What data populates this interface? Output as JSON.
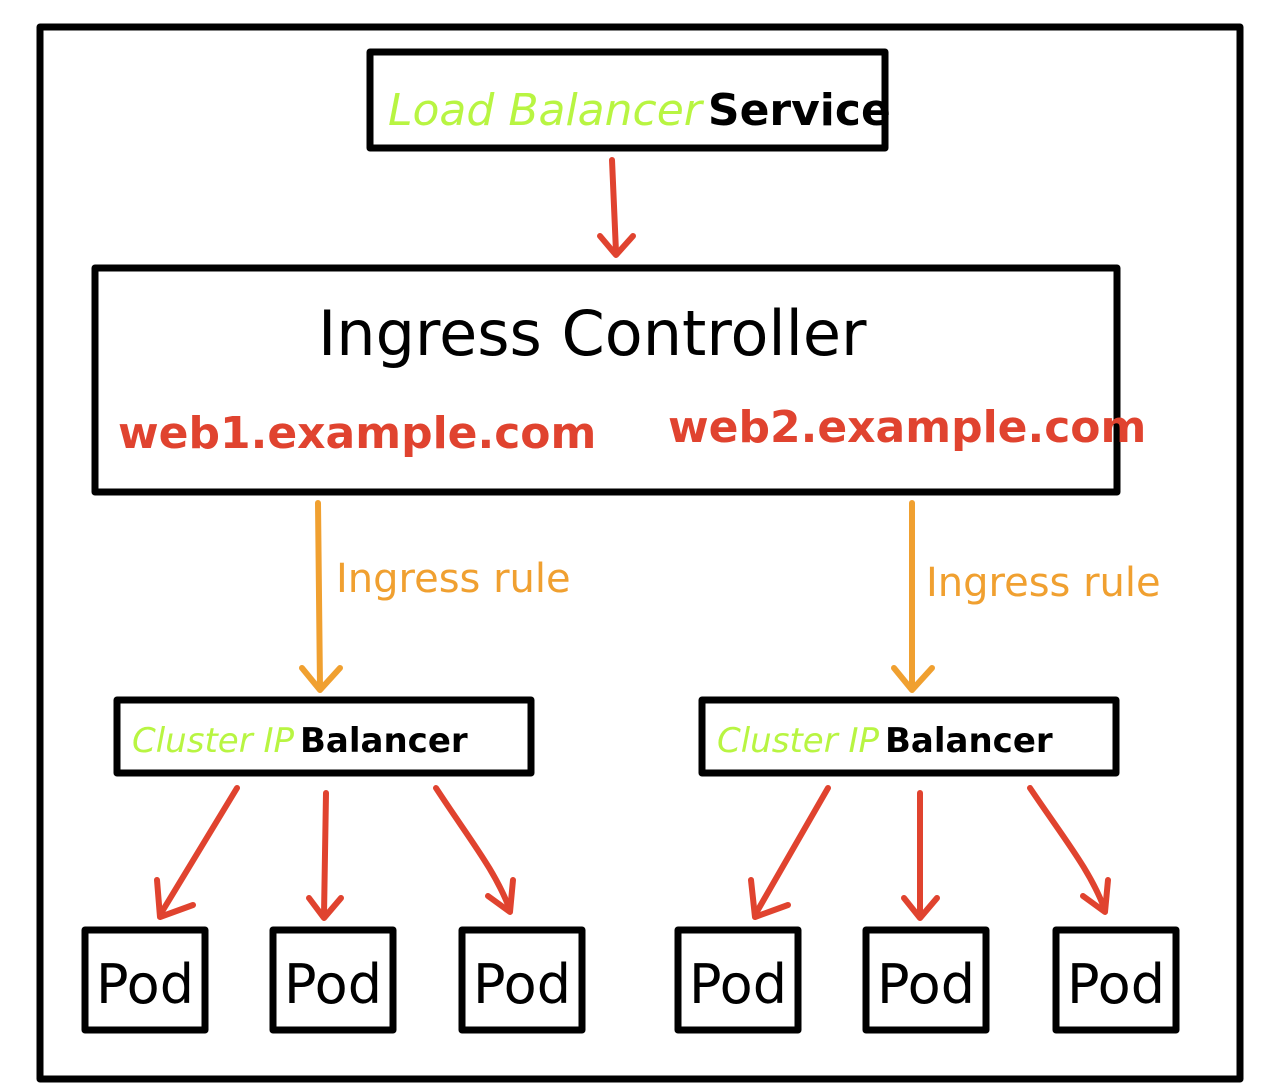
{
  "colors": {
    "border": "#000000",
    "green": "#b8f542",
    "red": "#e0432f",
    "orange": "#f0a030",
    "black": "#000000"
  },
  "load_balancer": {
    "label_green": "Load Balancer",
    "label_black": "Service"
  },
  "ingress_controller": {
    "title": "Ingress Controller",
    "host_left": "web1.example.com",
    "host_right": "web2.example.com"
  },
  "ingress_rules": [
    {
      "label": "Ingress rule"
    },
    {
      "label": "Ingress rule"
    }
  ],
  "cluster_ip": [
    {
      "label_green": "Cluster IP",
      "label_black": "Balancer"
    },
    {
      "label_green": "Cluster IP",
      "label_black": "Balancer"
    }
  ],
  "pods": [
    {
      "label": "Pod"
    },
    {
      "label": "Pod"
    },
    {
      "label": "Pod"
    },
    {
      "label": "Pod"
    },
    {
      "label": "Pod"
    },
    {
      "label": "Pod"
    }
  ]
}
